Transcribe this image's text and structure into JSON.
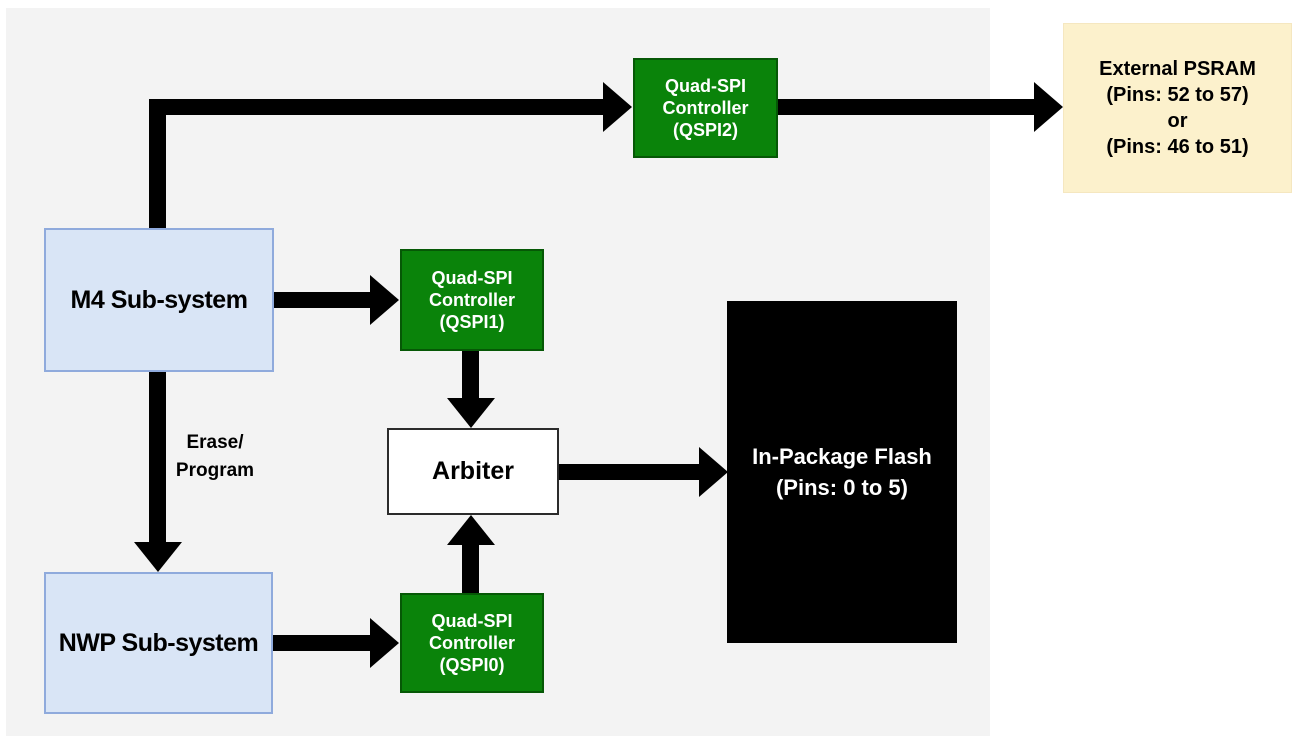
{
  "blocks": {
    "m4": {
      "label": "M4 Sub-system"
    },
    "nwp": {
      "label": "NWP Sub-system"
    },
    "qspi2": {
      "lines": [
        "Quad-SPI",
        "Controller",
        "(QSPI2)"
      ]
    },
    "qspi1": {
      "lines": [
        "Quad-SPI",
        "Controller",
        "(QSPI1)"
      ]
    },
    "qspi0": {
      "lines": [
        "Quad-SPI",
        "Controller",
        "(QSPI0)"
      ]
    },
    "arbiter": {
      "label": "Arbiter"
    },
    "flash": {
      "lines": [
        "In-Package Flash",
        "(Pins: 0 to 5)"
      ]
    },
    "psram": {
      "lines": [
        "External PSRAM",
        "(Pins: 52 to 57)",
        "or",
        "(Pins: 46 to 51)"
      ]
    }
  },
  "edge_labels": {
    "erase_program": {
      "lines": [
        "Erase/",
        "Program"
      ]
    }
  },
  "colors": {
    "green-fill": "#0A830A",
    "green-border": "#065806",
    "blue-fill": "#D9E5F6",
    "blue-border": "#8FAADC",
    "cream-fill": "#FCF1CC",
    "cream-border": "#F5E7C0",
    "panel-bg": "#F3F3F3",
    "arrow": "#000000"
  }
}
